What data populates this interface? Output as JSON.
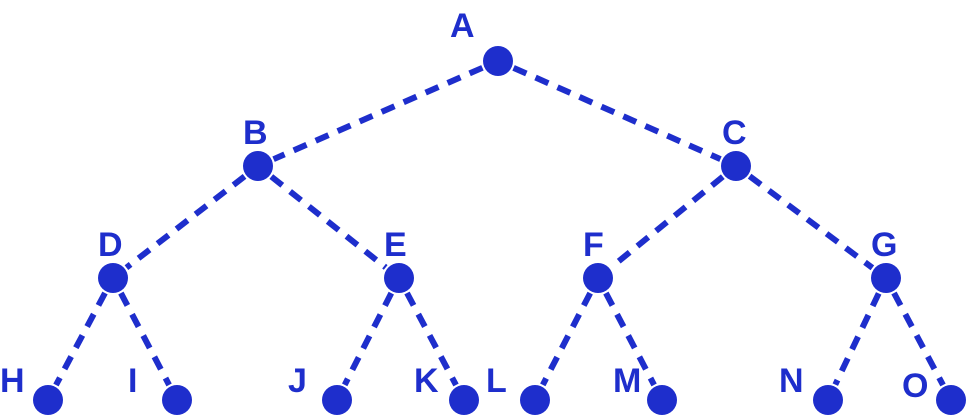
{
  "colors": {
    "accent": "#1e2ecc"
  },
  "tree": {
    "nodes": [
      {
        "id": "A",
        "label": "A"
      },
      {
        "id": "B",
        "label": "B"
      },
      {
        "id": "C",
        "label": "C"
      },
      {
        "id": "D",
        "label": "D"
      },
      {
        "id": "E",
        "label": "E"
      },
      {
        "id": "F",
        "label": "F"
      },
      {
        "id": "G",
        "label": "G"
      },
      {
        "id": "H",
        "label": "H"
      },
      {
        "id": "I",
        "label": "I"
      },
      {
        "id": "J",
        "label": "J"
      },
      {
        "id": "K",
        "label": "K"
      },
      {
        "id": "L",
        "label": "L"
      },
      {
        "id": "M",
        "label": "M"
      },
      {
        "id": "N",
        "label": "N"
      },
      {
        "id": "O",
        "label": "O"
      }
    ],
    "edges": [
      [
        "A",
        "B"
      ],
      [
        "A",
        "C"
      ],
      [
        "B",
        "D"
      ],
      [
        "B",
        "E"
      ],
      [
        "C",
        "F"
      ],
      [
        "C",
        "G"
      ],
      [
        "D",
        "H"
      ],
      [
        "D",
        "I"
      ],
      [
        "E",
        "J"
      ],
      [
        "E",
        "K"
      ],
      [
        "F",
        "L"
      ],
      [
        "F",
        "M"
      ],
      [
        "G",
        "N"
      ],
      [
        "G",
        "O"
      ]
    ]
  }
}
